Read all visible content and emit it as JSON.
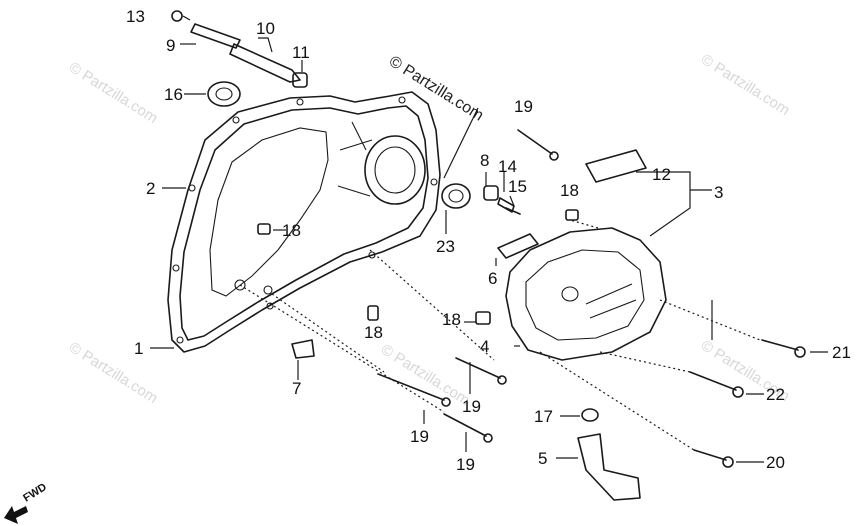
{
  "copyright": "© Partzilla.com",
  "watermark": "© Partzilla.com",
  "direction_label": "FWD",
  "callouts": {
    "c13": "13",
    "c9": "9",
    "c10": "10",
    "c11": "11",
    "c16": "16",
    "c2": "2",
    "c18a": "18",
    "c18b": "18",
    "c18c": "18",
    "c18d": "18",
    "c1": "1",
    "c7": "7",
    "c23": "23",
    "c8": "8",
    "c14": "14",
    "c15": "15",
    "c19a": "19",
    "c19b": "19",
    "c19c": "19",
    "c19d": "19",
    "c6": "6",
    "c12": "12",
    "c3": "3",
    "c4": "4",
    "c21": "21",
    "c22": "22",
    "c20": "20",
    "c17": "17",
    "c5": "5"
  }
}
